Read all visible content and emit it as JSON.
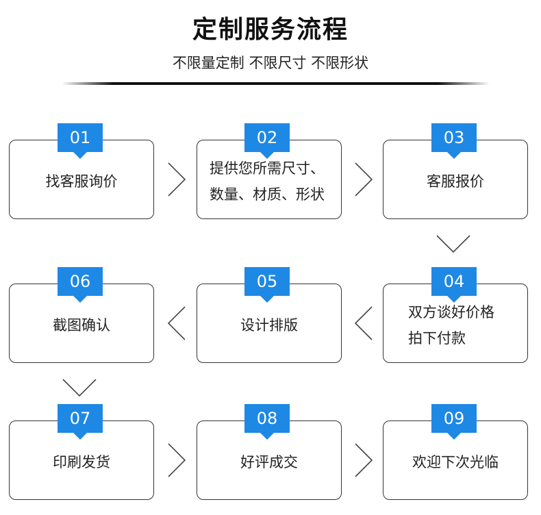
{
  "title": "定制服务流程",
  "subtitle": "不限量定制 不限尺寸 不限形状",
  "colors": {
    "badge": "#1e88e5",
    "border": "#333333",
    "text": "#222222"
  },
  "steps": [
    {
      "num": "01",
      "lines": [
        "找客服询价"
      ]
    },
    {
      "num": "02",
      "lines": [
        "提供您所需尺寸、",
        "数量、材质、形状"
      ]
    },
    {
      "num": "03",
      "lines": [
        "客服报价"
      ]
    },
    {
      "num": "04",
      "lines": [
        "双方谈好价格",
        "拍下付款"
      ]
    },
    {
      "num": "05",
      "lines": [
        "设计排版"
      ]
    },
    {
      "num": "06",
      "lines": [
        "截图确认"
      ]
    },
    {
      "num": "07",
      "lines": [
        "印刷发货"
      ]
    },
    {
      "num": "08",
      "lines": [
        "好评成交"
      ]
    },
    {
      "num": "09",
      "lines": [
        "欢迎下次光临"
      ]
    }
  ]
}
